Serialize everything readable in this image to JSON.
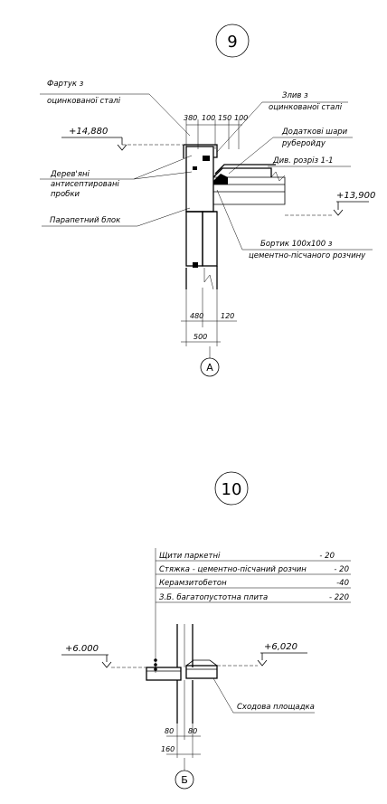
{
  "detail9": {
    "number": "9",
    "axis": "А",
    "labels": {
      "apron_1": "Фартук з",
      "apron_2": "оцинкованої сталі",
      "slope_1": "Злив з",
      "slope_2": "оцинкованої сталі",
      "extra_layers_1": "Додаткові шари",
      "extra_layers_2": "руберойду",
      "section_ref": "Див. розріз 1-1",
      "plugs_1": "Дерев'яні",
      "plugs_2": "антисептировані",
      "plugs_3": "пробки",
      "parapet_block": "Парапетний блок",
      "curb_1": "Бортик 100х100 з",
      "curb_2": "цементно-пісчаного розчину"
    },
    "levels": {
      "top": "+14,880",
      "roof": "+13,900"
    },
    "dims_top": [
      "380",
      "100",
      "150",
      "100"
    ],
    "dims_bottom": {
      "wall": "480",
      "ins": "120",
      "total": "500"
    }
  },
  "detail10": {
    "number": "10",
    "axis": "Б",
    "layers": [
      {
        "name": "Щити паркетні",
        "value": "- 20"
      },
      {
        "name": "Стяжка - цементно-пісчаний розчин",
        "value": "- 20"
      },
      {
        "name": "Керамзитобетон",
        "value": "-40"
      },
      {
        "name": "З.Б. багатопустотна плита",
        "value": "- 220"
      }
    ],
    "levels": {
      "left": "+6.000",
      "right": "+6,020"
    },
    "landing": "Сходова площадка",
    "dims": [
      "80",
      "80",
      "160"
    ]
  }
}
